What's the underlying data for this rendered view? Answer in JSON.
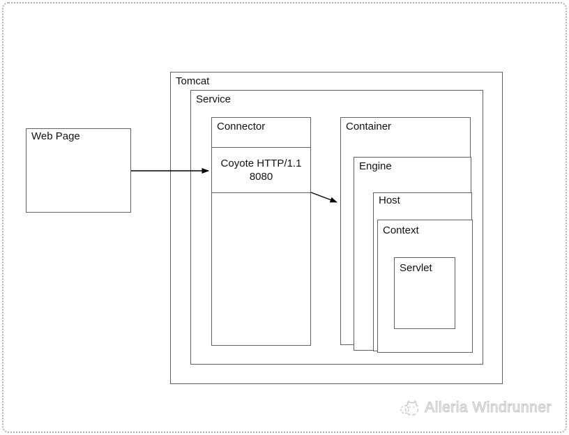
{
  "colors": {
    "box_border": "#616161",
    "arrow": "#000000",
    "watermark": "#c6c6c6",
    "page_border": "#b0b0b0"
  },
  "diagram": {
    "web_page": {
      "label": "Web Page"
    },
    "tomcat": {
      "label": "Tomcat"
    },
    "service": {
      "label": "Service"
    },
    "connector": {
      "label": "Connector",
      "coyote_line1": "Coyote HTTP/1.1",
      "coyote_line2": "8080"
    },
    "container": {
      "label": "Container"
    },
    "engine": {
      "label": "Engine"
    },
    "host": {
      "label": "Host"
    },
    "context": {
      "label": "Context"
    },
    "servlet": {
      "label": "Servlet"
    }
  },
  "watermark": {
    "label": "Alleria Windrunner"
  }
}
